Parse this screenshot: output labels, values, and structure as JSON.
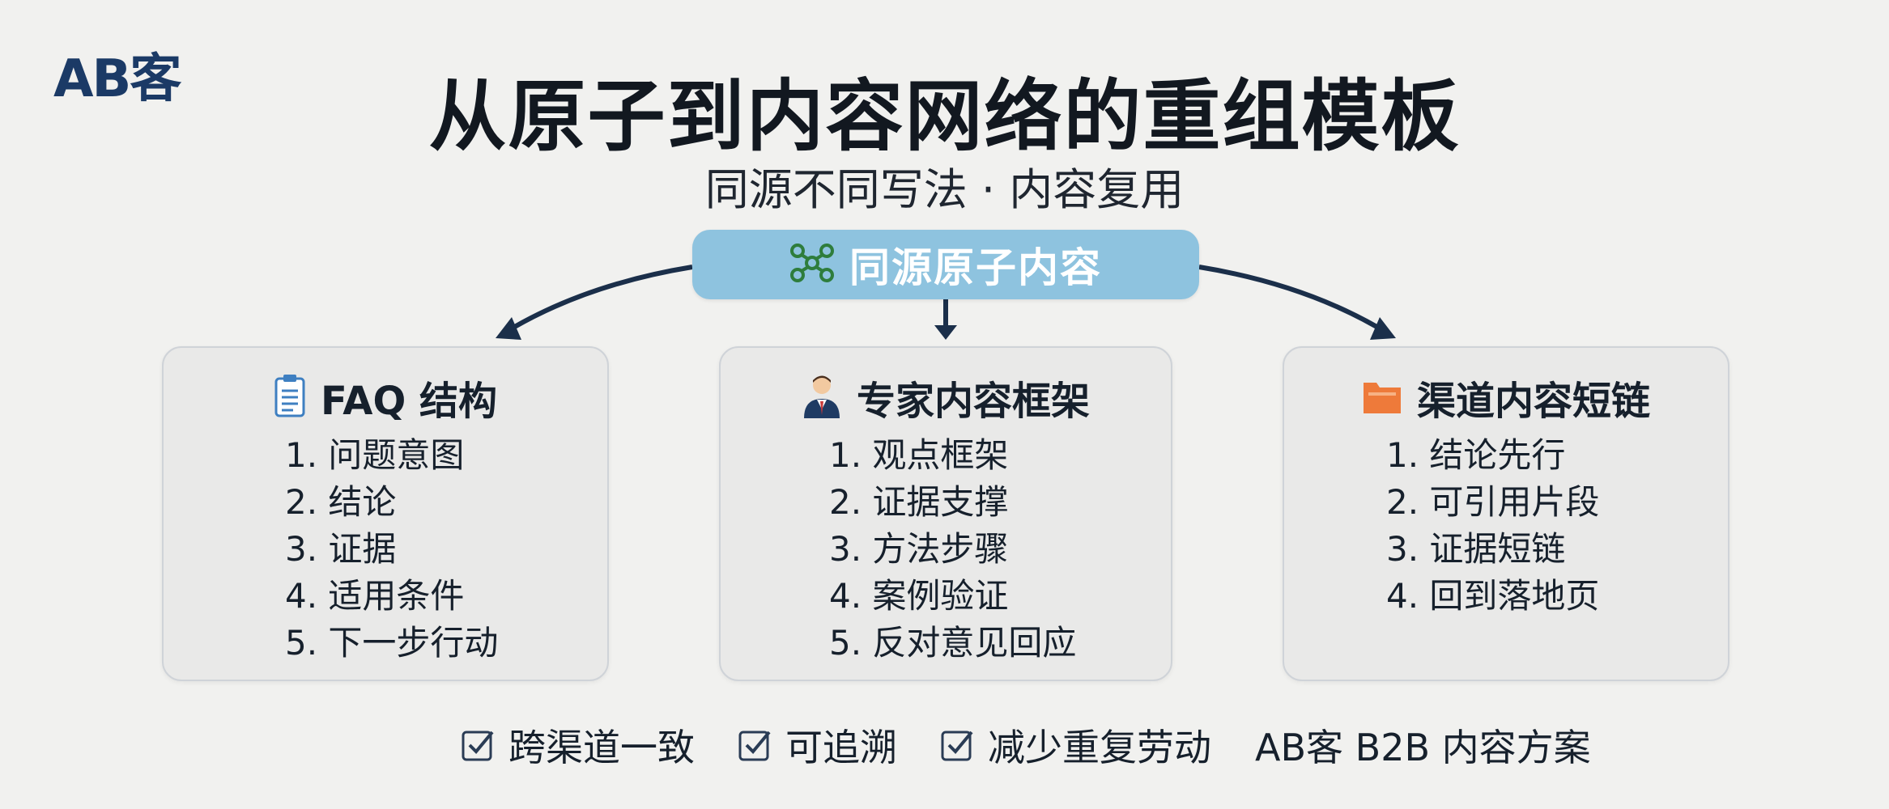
{
  "brand": {
    "logo_text": "AB客"
  },
  "header": {
    "title": "从原子到内容网络的重组模板",
    "subtitle": "同源不同写法 · 内容复用"
  },
  "source": {
    "label": "同源原子内容",
    "icon": "network-nodes-icon"
  },
  "cards": [
    {
      "icon": "clipboard-icon",
      "title": "FAQ 结构",
      "items": [
        "1. 问题意图",
        "2. 结论",
        "3. 证据",
        "4. 适用条件",
        "5. 下一步行动"
      ]
    },
    {
      "icon": "expert-person-icon",
      "title": "专家内容框架",
      "items": [
        "1. 观点框架",
        "2. 证据支撑",
        "3. 方法步骤",
        "4. 案例验证",
        "5. 反对意见回应"
      ]
    },
    {
      "icon": "folder-icon",
      "title": "渠道内容短链",
      "items": [
        "1. 结论先行",
        "2. 可引用片段",
        "3. 证据短链",
        "4. 回到落地页"
      ]
    }
  ],
  "footer": {
    "checks": [
      "跨渠道一致",
      "可追溯",
      "减少重复劳动"
    ],
    "brand_line": "AB客 B2B 内容方案"
  },
  "colors": {
    "background": "#f1f1ef",
    "pill": "#8ec3df",
    "arrow": "#1b2f4a",
    "logo": "#1b3a66",
    "folder_icon": "#ee7a3a",
    "network_icon": "#2e7d3c"
  }
}
